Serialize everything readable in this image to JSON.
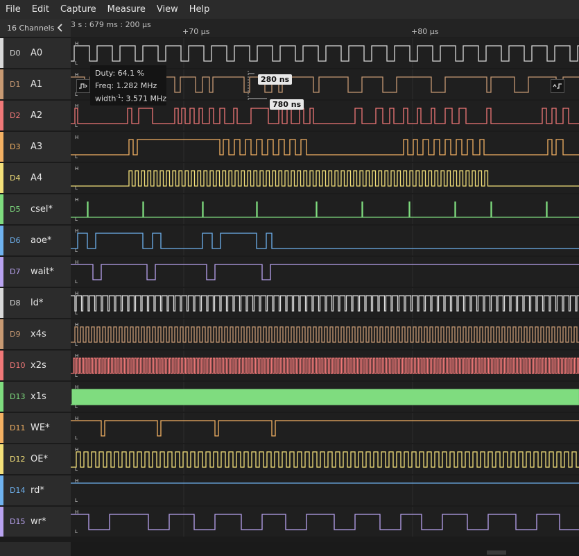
{
  "menu": [
    "File",
    "Edit",
    "Capture",
    "Measure",
    "View",
    "Help"
  ],
  "sidebar": {
    "channels_label": "16 Channels"
  },
  "timebar": {
    "start": "3 s : 679 ms : 200 μs",
    "marks": [
      "+70 μs",
      "+80 μs"
    ]
  },
  "levels": {
    "high": "H",
    "low": "L"
  },
  "channels": [
    {
      "id": "D0",
      "name": "A0",
      "color": "#d9d9d9",
      "wave": "white-low"
    },
    {
      "id": "D1",
      "name": "A1",
      "color": "#c89a73",
      "wave": "orange"
    },
    {
      "id": "D2",
      "name": "A2",
      "color": "#f07878",
      "wave": "red"
    },
    {
      "id": "D3",
      "name": "A3",
      "color": "#f3b163",
      "wave": "orange"
    },
    {
      "id": "D4",
      "name": "A4",
      "color": "#f3e07a",
      "wave": "yellow"
    },
    {
      "id": "D5",
      "name": "csel*",
      "color": "#7fdc7f",
      "wave": "green"
    },
    {
      "id": "D6",
      "name": "aoe*",
      "color": "#6fb2ef",
      "wave": "blue"
    },
    {
      "id": "D7",
      "name": "wait*",
      "color": "#b9a3f0",
      "wave": "purple"
    },
    {
      "id": "D8",
      "name": "ld*",
      "color": "#d9d9d9",
      "wave": "white"
    },
    {
      "id": "D9",
      "name": "x4s",
      "color": "#c89a73",
      "wave": "orange"
    },
    {
      "id": "D10",
      "name": "x2s",
      "color": "#f07878",
      "wave": "red"
    },
    {
      "id": "D13",
      "name": "x1s",
      "color": "#7fdc7f",
      "wave": "green"
    },
    {
      "id": "D11",
      "name": "WE*",
      "color": "#f3b163",
      "wave": "orange"
    },
    {
      "id": "D12",
      "name": "OE*",
      "color": "#f3e07a",
      "wave": "yellow"
    },
    {
      "id": "D14",
      "name": "rd*",
      "color": "#6fb2ef",
      "wave": "blue"
    },
    {
      "id": "D15",
      "name": "wr*",
      "color": "#b9a3f0",
      "wave": "purple"
    }
  ],
  "tooltip": {
    "duty": "Duty: 64.1 %",
    "freq": "Freq: 1.282 MHz",
    "width_prefix": "width",
    "width_sup": "-1",
    "width_value": ": 3.571 MHz"
  },
  "measurements": {
    "first": "280 ns",
    "second": "780 ns"
  },
  "colors": {
    "menubar_bg": "#2b2b2b",
    "label_bg": "#2c2c2c",
    "wave_bg": "#1f1f1f"
  }
}
